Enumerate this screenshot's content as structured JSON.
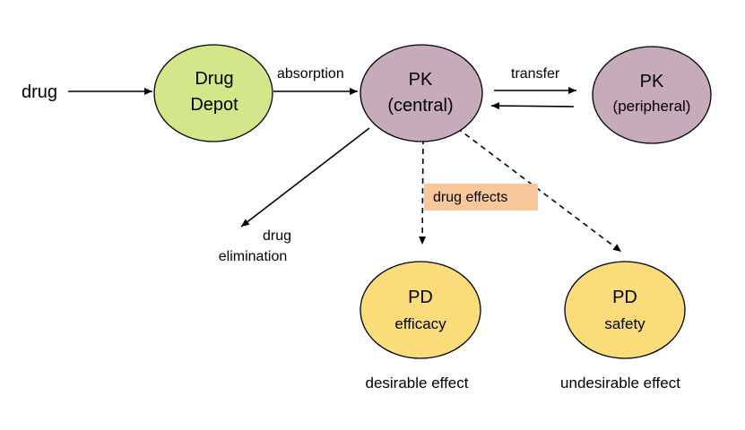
{
  "input_label": "drug",
  "nodes": {
    "depot": {
      "line1": "Drug",
      "line2": "Depot",
      "fill": "#d4e68a"
    },
    "pk_central": {
      "line1": "PK",
      "line2": "(central)",
      "fill": "#c6abbb"
    },
    "pk_peripheral": {
      "line1": "PK",
      "line2": "(peripheral)",
      "fill": "#c6abbb"
    },
    "pd_efficacy": {
      "line1": "PD",
      "line2": "efficacy",
      "caption": "desirable effect",
      "fill": "#fbdc7a"
    },
    "pd_safety": {
      "line1": "PD",
      "line2": "safety",
      "caption": "undesirable effect",
      "fill": "#fbdc7a"
    }
  },
  "edges": {
    "absorption": "absorption",
    "transfer": "transfer",
    "elimination_line1": "drug",
    "elimination_line2": "elimination",
    "drug_effects": "drug effects",
    "drug_effects_bg": "#f8c89a"
  }
}
